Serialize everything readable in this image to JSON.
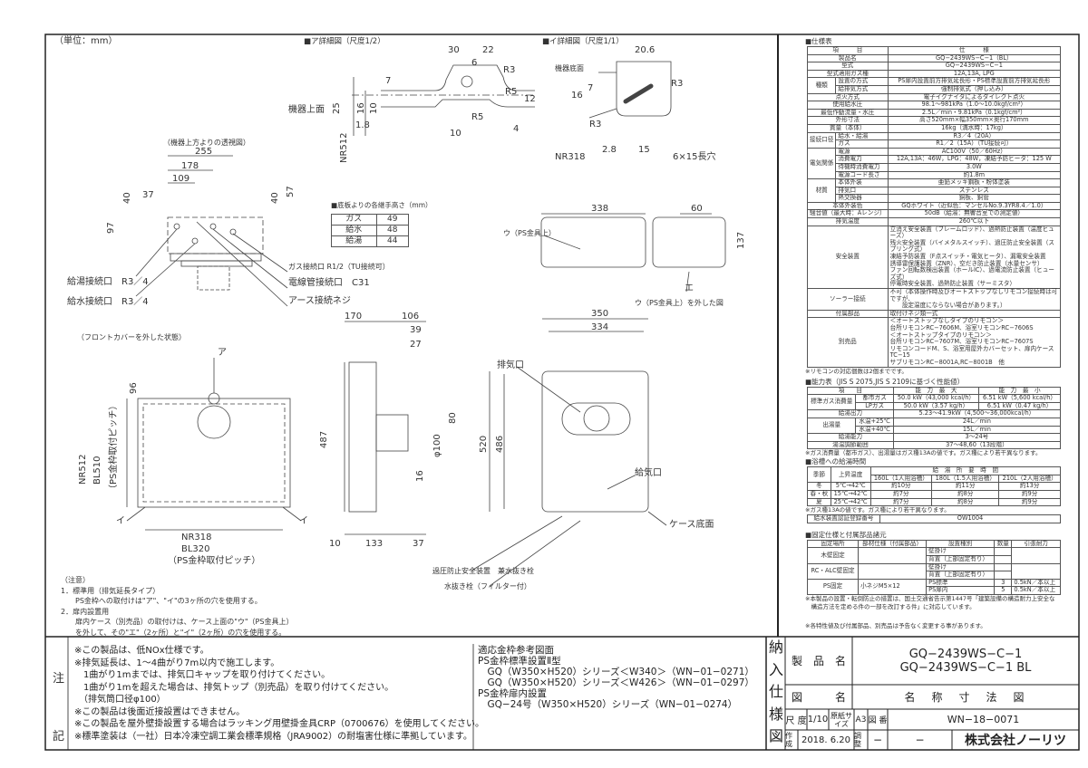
{
  "unit_label": "（単位：mm）",
  "detail_a": {
    "title": "■ア詳細図（尺度1/2）",
    "dims": [
      "30",
      "22",
      "6",
      "7",
      "R3",
      "R5",
      "R5",
      "25",
      "16",
      "10",
      "1.8",
      "10",
      "4",
      "12"
    ],
    "top_face": "機器上面",
    "nr": "NR512"
  },
  "detail_i": {
    "title": "■イ詳細図（尺度1/1）",
    "dims": [
      "20.6",
      "R3",
      "16",
      "7",
      "R3",
      "2.8",
      "15"
    ],
    "bottom_face": "機器底面",
    "nr": "NR318",
    "slot": "6×15長穴"
  },
  "top_view": {
    "title": "（機器上方よりの透視図）",
    "dims": [
      "255",
      "178",
      "109",
      "37",
      "40",
      "40",
      "57",
      "97"
    ],
    "labels": {
      "gas": "ガス接続口 R1/2（TU接続可）",
      "conduit": "電線管接続口　C31",
      "earth": "アース接続ネジ",
      "hot": "給湯接続口　R3／4",
      "water": "給水接続口　R3／4"
    }
  },
  "joint_height": {
    "title": "■底板よりの各継手高さ（mm）",
    "rows": [
      [
        "ガス",
        "49"
      ],
      [
        "給水",
        "48"
      ],
      [
        "給湯",
        "44"
      ]
    ]
  },
  "front_view": {
    "title": "（フロントカバーを外した状態）",
    "a": "ア",
    "i1": "イ",
    "i2": "イ",
    "dims": [
      "96",
      "NR512",
      "BL510",
      "（PS金枠取付ピッチ）",
      "NR318",
      "BL320",
      "（PS金枠取付ピッチ）"
    ]
  },
  "side_view": {
    "dims": [
      "170",
      "106",
      "39",
      "27",
      "487",
      "φ100",
      "80",
      "16",
      "10",
      "133",
      "37"
    ]
  },
  "main_view": {
    "dims": [
      "350",
      "334",
      "520",
      "486"
    ],
    "exhaust": "排気口",
    "intake": "給気口",
    "case_bottom": "ケース底面",
    "relief": "過圧防止安全装置　兼水抜き栓",
    "drain": "水抜き栓（フィルター付）"
  },
  "ps_view": {
    "dims": [
      "338",
      "60",
      "137"
    ],
    "u": "ウ（PS金具上）",
    "e": "エ",
    "removed": "ウ（PS金具上）を外した図"
  },
  "caution": [
    "（注意）",
    "1．標準用（排気延長タイプ）",
    "　　PS金枠への取付けは\"ア\"、\"イ\"の3ヶ所の穴を使用する。",
    "2．扉内設置用",
    "　　扉内ケース（別売品）の取付けは、ケース上面の\"ウ\"（PS金具上）",
    "　　を外して、その\"エ\"（2ヶ所）と\"イ\"（2ヶ所）の穴を使用する。"
  ],
  "spec": {
    "title": "■仕様表",
    "header": [
      "項　　　目",
      "仕　　　様"
    ],
    "rows": [
      {
        "h": "製品名",
        "v": "GQ−2439WS−C−1（BL）"
      },
      {
        "h": "型式",
        "v": "GQ−2439WS−C−1"
      },
      {
        "h": "型式適用ガス種",
        "v": "12A,13A, LPG"
      },
      {
        "g": "種類",
        "items": [
          {
            "h": "設置の方式",
            "v": "PS扉内設置前方排気延長形・PS標準設置前方排気延長形"
          },
          {
            "h": "給排気方式",
            "v": "強制排気式（押し込み）"
          }
        ]
      },
      {
        "h": "点火方式",
        "v": "電子イグナイタによるダイレクト点火"
      },
      {
        "h": "使用給水圧",
        "v": "98.1〜981kPa（1.0〜10.0kgf/cm²）"
      },
      {
        "h": "最低作動流量・水圧",
        "v": "2.5L／min・9.81kPa（0.1kgf/cm²）"
      },
      {
        "h": "外形寸法",
        "v": "高さ520mm×幅350mm×奥行170mm"
      },
      {
        "h": "質量（本体）",
        "v": "16kg（満水時：17kg）"
      },
      {
        "g": "接続口径",
        "items": [
          {
            "h": "給水・給湯",
            "v": "R3／4（20A）"
          },
          {
            "h": "ガス",
            "v": "R1／2（15A）（TU接続可）"
          }
        ]
      },
      {
        "g": "電気関係",
        "items": [
          {
            "h": "電源",
            "v": "AC100V（50／60Hz）"
          },
          {
            "h": "消費電力",
            "v": "12A,13A：46W，LPG：48W，凍結予防ヒータ：125 W"
          },
          {
            "h": "待機時消費電力",
            "v": "3.0W"
          },
          {
            "h": "電源コード長さ",
            "v": "約1.8m"
          }
        ]
      },
      {
        "g": "材質",
        "items": [
          {
            "h": "本体外装",
            "v": "亜鉛メッキ鋼板・粉体塗装"
          },
          {
            "h": "排気口",
            "v": "ステンレス"
          },
          {
            "h": "熱交換器",
            "v": "銅板、銅管"
          }
        ]
      },
      {
        "h": "本体外装色",
        "v": "GQホワイト（近似色：マンセルNo.9.3YR8.4／1.0）"
      },
      {
        "h": "騒音値（最大時：Aレンジ）",
        "v": "50dB（給湯：無響音室での測定値）"
      },
      {
        "h": "排気温度",
        "v": "260℃以下"
      },
      {
        "h": "安全装置",
        "v": "立消え安全装置（フレームロッド）、過熱防止装置（温度ヒューズ）\n残火安全装置（バイメタルスイッチ）、過圧防止安全装置（スプリング式）\n凍結予防装置（F点スイッチ・電気ヒータ）、漏電安全装置\n誘導雷保護装置（ZNR）、空だき防止装置（水量センサ）\nファン回転数検出装置（ホールIC）、過電流防止装置（ヒューズ式）\n停電時安全装置、過熱防止装置（サーミスタ）",
        "left": true
      },
      {
        "h": "ソーラー接続",
        "v": "不可（本体操作時及びオートストップなしリモコン接続時は可ですが、\n　　設定温度にならない場合があります。）",
        "left": true
      },
      {
        "h": "付属部品",
        "v": "取付けネジ類一式",
        "left": true
      },
      {
        "h": "別売品",
        "v": "＜オートストップなしタイプのリモコン＞\n台所リモコンRC−7606M、浴室リモコンRC−7606S\n＜オートストップタイプのリモコン＞\n台所リモコンRC−7607M、浴室リモコンRC−7607S\nリモコンコードM、S、浴室用屋外カバーセット、扉内ケースTC−15\nサブリモコンRC−8001A,RC−8001B　他",
        "left": true
      }
    ],
    "note": "※リモコンの対応個数は2個までです。"
  },
  "capacity": {
    "title": "■能力表（JIS S 2075,JIS S 2109に基づく性能値）",
    "header": [
      "項　　目",
      "能　力　最　大",
      "能　力　最　小"
    ],
    "gas_label": "標準ガス消費量",
    "gas_rows": [
      [
        "都市ガス",
        "50.0 kW（43,000 kcal/h）",
        "6.51 kW（5,600 kcal/h）"
      ],
      [
        "LPガス",
        "50.0 kW（3.57 kg/h）",
        "6.51 kW（0.47 kg/h）"
      ]
    ],
    "output": [
      "給湯出力",
      "5.23〜41.9kW（4,500〜36,000kcal/h）"
    ],
    "flow_label": "出湯量",
    "flow_rows": [
      [
        "水温+25℃",
        "24L／min"
      ],
      [
        "水温+40℃",
        "15L／min"
      ]
    ],
    "ability": [
      "給湯能力",
      "3〜24号"
    ],
    "range": [
      "湯温調節範囲",
      "37〜48,60（13段階）"
    ],
    "note": "※ガス消費量（都市ガス）、出湯量はガス種13Aの値です。ガス種により若干異なります。"
  },
  "bath": {
    "title": "■浴槽への給湯時間",
    "season": "季節",
    "rise": "上昇温度",
    "time": "給　湯　所　要　時　間",
    "cols": [
      "160L（1人用浴槽）",
      "180L（1.5人用浴槽）",
      "210L（2人用浴槽）"
    ],
    "rows": [
      [
        "冬",
        "5℃→42℃",
        "約10分",
        "約11分",
        "約13分"
      ],
      [
        "春・秋",
        "15℃→42℃",
        "約7分",
        "約8分",
        "約9分"
      ],
      [
        "夏",
        "25℃→42℃",
        "約7分",
        "約8分",
        "約9分"
      ]
    ],
    "note": "※ガス種13Aの値です。ガス種により若干異なります。",
    "cert_label": "給水装置認証登録番号",
    "cert_value": "OW1004"
  },
  "fixing": {
    "title": "■固定仕様と付属部品諸元",
    "header": [
      "固定場所",
      "部材仕様（付属部品）",
      "設置種別",
      "数量",
      "引張耐力"
    ],
    "wood": "木壁固定",
    "rc": "RC・ALC壁固定",
    "wall": "壁掛け",
    "back": "背置（上部固定有り）",
    "ps": "PS固定",
    "screw": "小ネジM5×12",
    "ps_rows": [
      [
        "PS標準",
        "3",
        "0.5kN／本以上"
      ],
      [
        "PS扉内",
        "5",
        "0.5kN／本以上"
      ]
    ],
    "note1": "※本製品の設置・転倒防止の措置は、国土交通省告示第1447号「建築設備の構造耐力上安全な",
    "note2": "　構造方法を定める件の一部を改訂する件」に対応しています。",
    "note3": "※各特性値及び付属部品、別売品は予告なく変更する事があります。"
  },
  "notes": {
    "label": [
      "注",
      "記"
    ],
    "lines": [
      "※この製品は、低NOx仕様です。",
      "※排気延長は、1〜4曲がり7m以内で施工します。",
      "　1曲がり1mまでは、排気口キャップを取り付けてください。",
      "　1曲がり1mを超えた場合は、排気トップ（別売品）を取り付けてください。",
      "　（排気筒口径φ100）",
      "※この製品は後面近接設置はできません。",
      "※この製品を屋外壁掛設置する場合はラッキング用壁掛金具CRP（0700676）を使用してください。",
      "※標準塗装は（一社）日本冷凍空調工業会標準規格（JRA9002）の耐塩害仕様に準拠しています。"
    ]
  },
  "references": {
    "lines": [
      "適応金枠参考図面",
      "PS金枠標準設置Ⅱ型",
      "　GQ（W350×H520）シリーズ＜W340＞（WN−01−0271）",
      "　GQ（W350×H520）シリーズ＜W426＞（WN−01−0297）",
      "PS金枠扉内設置",
      "　GQ−24号（W350×H520）シリーズ（WN−01−0274）"
    ]
  },
  "title_block": {
    "vertical": [
      "納",
      "入",
      "仕",
      "様",
      "図"
    ],
    "product_label": "製　品　名",
    "product": [
      "GQ−2439WS−C−1",
      "GQ−2439WS−C−1 BL"
    ],
    "drawing_label": "図　　　名",
    "drawing": "名　称　寸　法　図",
    "scale_label": "尺 度",
    "scale": "1/10",
    "paper_label": "原紙サイズ",
    "paper": "A3",
    "number_label": "図 番",
    "number": "WN−18−0071",
    "created_label": "作成",
    "created": "2018. 6.20",
    "adjust_label": "調整",
    "adjust": "−",
    "adjust2": "−",
    "company": "株式会社ノーリツ"
  }
}
